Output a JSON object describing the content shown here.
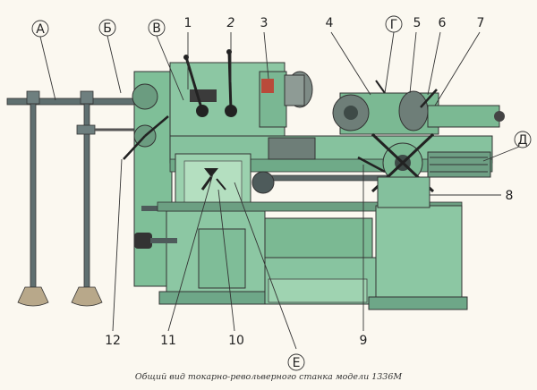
{
  "caption": "Общий вид токарно-револьверного станка модели 1336М",
  "labels": {
    "A": "А",
    "B": "Б",
    "V": "В",
    "G": "Г",
    "D": "Д",
    "E": "Е",
    "n1": "1",
    "n2": "2",
    "n3": "3",
    "n4": "4",
    "n5": "5",
    "n6": "6",
    "n7": "7",
    "n8": "8",
    "n9": "9",
    "n10": "10",
    "n11": "11",
    "n12": "12"
  },
  "colors": {
    "body": "#8cc7a3",
    "body_dark": "#5c9c7a",
    "body_light": "#b5dcc0",
    "steel": "#5a6a6a",
    "line": "#2b2b2b"
  }
}
